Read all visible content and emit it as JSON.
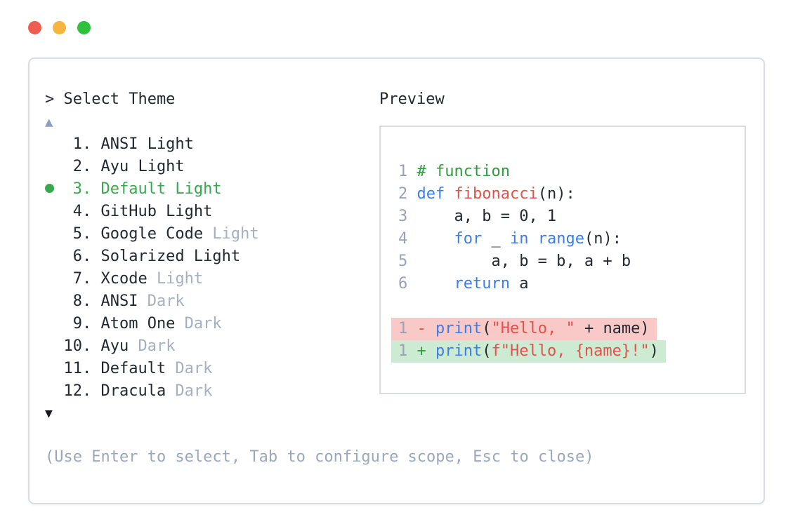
{
  "colors": {
    "dark": "#24292f",
    "dim": "#a6b0c0",
    "footer": "#9ca8ba",
    "ln": "#98a2b3",
    "selected": "#37a84e",
    "comment": "#2e9c3f",
    "kw": "#3d7de9",
    "red": "#e2524c",
    "minus": "#d94f4a",
    "plus": "#2e9c3f",
    "bg-removed": "#f8c9c7",
    "bg-added": "#cdead2",
    "border": "#d9dde3",
    "arrow-up": "#8ca1bf",
    "tl-red": "#ee5d50",
    "tl-yellow": "#f5b53f",
    "tl-green": "#2fc13e"
  },
  "window": {
    "buttons": [
      "close",
      "minimize",
      "zoom"
    ]
  },
  "theme_picker": {
    "prompt": "> Select Theme",
    "scroll_up_icon": "▲",
    "scroll_down_icon": "▼",
    "items": [
      {
        "num": "1",
        "name": "ANSI Light",
        "dim": "",
        "selected": false
      },
      {
        "num": "2",
        "name": "Ayu Light",
        "dim": "",
        "selected": false
      },
      {
        "num": "3",
        "name": "Default Light",
        "dim": "",
        "selected": true
      },
      {
        "num": "4",
        "name": "GitHub Light",
        "dim": "",
        "selected": false
      },
      {
        "num": "5",
        "name": "Google Code",
        "dim": "Light",
        "selected": false
      },
      {
        "num": "6",
        "name": "Solarized Light",
        "dim": "",
        "selected": false
      },
      {
        "num": "7",
        "name": "Xcode",
        "dim": "Light",
        "selected": false
      },
      {
        "num": "8",
        "name": "ANSI",
        "dim": "Dark",
        "selected": false
      },
      {
        "num": "9",
        "name": "Atom One",
        "dim": "Dark",
        "selected": false
      },
      {
        "num": "10",
        "name": "Ayu",
        "dim": "Dark",
        "selected": false
      },
      {
        "num": "11",
        "name": "Default",
        "dim": "Dark",
        "selected": false
      },
      {
        "num": "12",
        "name": "Dracula",
        "dim": "Dark",
        "selected": false
      }
    ],
    "footer_hint": "(Use Enter to select, Tab to configure scope, Esc to close)"
  },
  "preview": {
    "title": "Preview",
    "code_lines": [
      {
        "n": "1",
        "bg": "",
        "tokens": [
          [
            "comment",
            "# function"
          ]
        ]
      },
      {
        "n": "2",
        "bg": "",
        "tokens": [
          [
            "kw",
            "def"
          ],
          [
            "plain",
            " "
          ],
          [
            "fn",
            "fibonacci"
          ],
          [
            "plain",
            "(n):"
          ]
        ]
      },
      {
        "n": "3",
        "bg": "",
        "tokens": [
          [
            "plain",
            "    a, b = 0, 1"
          ]
        ]
      },
      {
        "n": "4",
        "bg": "",
        "tokens": [
          [
            "plain",
            "    "
          ],
          [
            "kw",
            "for"
          ],
          [
            "plain",
            " _ "
          ],
          [
            "kw",
            "in"
          ],
          [
            "plain",
            " "
          ],
          [
            "kw",
            "range"
          ],
          [
            "plain",
            "(n):"
          ]
        ]
      },
      {
        "n": "5",
        "bg": "",
        "tokens": [
          [
            "plain",
            "        a, b = b, a + b"
          ]
        ]
      },
      {
        "n": "6",
        "bg": "",
        "tokens": [
          [
            "plain",
            "    "
          ],
          [
            "kw",
            "return"
          ],
          [
            "plain",
            " a"
          ]
        ]
      },
      {
        "n": "",
        "bg": "",
        "tokens": []
      },
      {
        "n": "1",
        "bg": "removed",
        "tokens": [
          [
            "minus",
            "- "
          ],
          [
            "kw",
            "print"
          ],
          [
            "plain",
            "("
          ],
          [
            "str",
            "\"Hello, \""
          ],
          [
            "plain",
            " + name)"
          ]
        ]
      },
      {
        "n": "1",
        "bg": "added",
        "tokens": [
          [
            "plus",
            "+ "
          ],
          [
            "kw",
            "print"
          ],
          [
            "plain",
            "("
          ],
          [
            "str",
            "f\"Hello, {name}!\""
          ],
          [
            "plain",
            ")"
          ]
        ]
      }
    ]
  }
}
